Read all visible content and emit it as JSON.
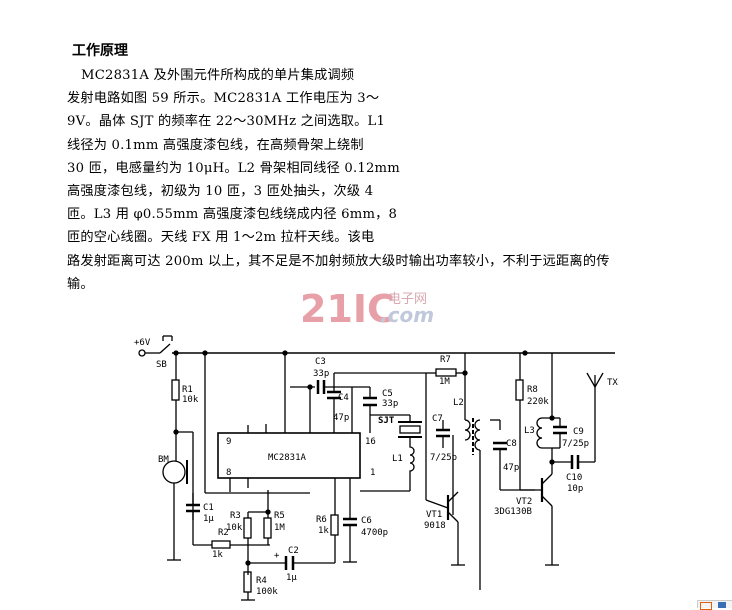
{
  "heading": "工作原理",
  "paragraph_lines": [
    "MC2831A 及外围元件所构成的单片集成调频",
    "发射电路如图 59 所示。MC2831A 工作电压为 3～",
    "9V。晶体 SJT 的频率在 22～30MHz 之间选取。L1",
    "线径为 0.1mm 高强度漆包线，在高频骨架上绕制",
    "30 匝，电感量约为 10μH。L2 骨架相同线径 0.12mm",
    "高强度漆包线，初级为 10 匝，3 匝处抽头，次级 4",
    "匝。L3 用 φ0.55mm 高强度漆包线绕成内径 6mm，8",
    "匝的空心线圈。天线 FX 用 1～2m 拉杆天线。该电",
    "路发射距离可达 200m 以上，其不足是不加射频放大级时输出功率较小，不利于远距离的传",
    "输。"
  ],
  "watermark": {
    "main": "21IC",
    "sub_top": "电子网",
    "sub_bottom": ".com",
    "color": "#e8a0a8"
  },
  "schematic": {
    "supply": "+6V",
    "switch": "SB",
    "ic": {
      "name": "MC2831A",
      "pin9": "9",
      "pin8": "8",
      "pin16": "16",
      "pin1": "1"
    },
    "mic": "BM",
    "R1": {
      "ref": "R1",
      "val": "10k"
    },
    "R2": {
      "ref": "R2",
      "val": "1k"
    },
    "R3": {
      "ref": "R3",
      "val": "10k"
    },
    "R4": {
      "ref": "R4",
      "val": "100k"
    },
    "R5": {
      "ref": "R5",
      "val": "1M"
    },
    "R6": {
      "ref": "R6",
      "val": "1k"
    },
    "R7": {
      "ref": "R7",
      "val": "1M"
    },
    "R8": {
      "ref": "R8",
      "val": "220k"
    },
    "C1": {
      "ref": "C1",
      "val": "1μ"
    },
    "C2": {
      "ref": "C2",
      "val": "1μ"
    },
    "C3": {
      "ref": "C3",
      "val": "33p"
    },
    "C4": {
      "ref": "C4",
      "val": "47p"
    },
    "C5": {
      "ref": "C5",
      "val": "33p"
    },
    "C6": {
      "ref": "C6",
      "val": "4700p"
    },
    "C7": {
      "ref": "C7",
      "val": "7/25p"
    },
    "C8": {
      "ref": "C8",
      "val": "47p"
    },
    "C9": {
      "ref": "C9",
      "val": "7/25p"
    },
    "C10": {
      "ref": "C10",
      "val": "10p"
    },
    "crystal": "SJT",
    "L1": "L1",
    "L2": "L2",
    "L3": "L3",
    "VT1": {
      "ref": "VT1",
      "val": "9018"
    },
    "VT2": {
      "ref": "VT2",
      "val": "3DG130B"
    },
    "antenna": "TX",
    "plus": "+"
  }
}
